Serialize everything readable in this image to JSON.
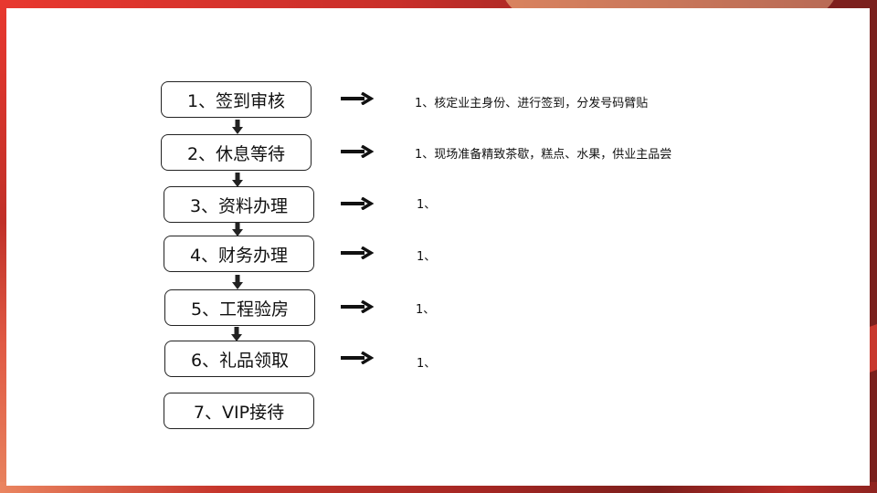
{
  "colors": {
    "accent_red": "#e8382f",
    "dark_red": "#7a201d",
    "panel": "#ffffff",
    "stroke": "#111111"
  },
  "flow": {
    "steps": [
      {
        "label": "1、签到审核",
        "desc": "1、核定业主身份、进行签到，分发号码臂贴"
      },
      {
        "label": "2、休息等待",
        "desc": "1、现场准备精致茶歇，糕点、水果，供业主品尝"
      },
      {
        "label": "3、资料办理",
        "desc": "1、"
      },
      {
        "label": "4、财务办理",
        "desc": "1、"
      },
      {
        "label": "5、工程验房",
        "desc": "1、"
      },
      {
        "label": "6、礼品领取",
        "desc": "1、"
      },
      {
        "label": "7、VIP接待"
      }
    ]
  },
  "icons": {
    "down": "down-arrow-icon",
    "right": "right-arrow-icon"
  }
}
